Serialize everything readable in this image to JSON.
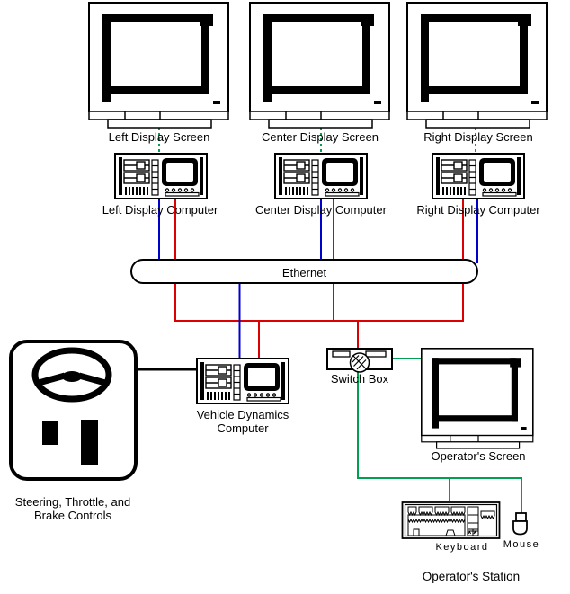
{
  "labels": {
    "left_screen": "Left Display Screen",
    "center_screen": "Center Display Screen",
    "right_screen": "Right Display Screen",
    "left_computer": "Left Display Computer",
    "center_computer": "Center Display Computer",
    "right_computer": "Right Display Computer",
    "ethernet": "Ethernet",
    "switch_box": "Switch Box",
    "vdc_line1": "Vehicle Dynamics",
    "vdc_line2": "Computer",
    "controls_line1": "Steering, Throttle, and",
    "controls_line2": "Brake Controls",
    "operator_screen": "Operator's Screen",
    "keyboard": "Keyboard",
    "mouse": "Mouse",
    "operator_station": "Operator's Station"
  },
  "colors": {
    "black": "#000000",
    "red": "#dd0000",
    "blue": "#0000cc",
    "green": "#00a050"
  }
}
